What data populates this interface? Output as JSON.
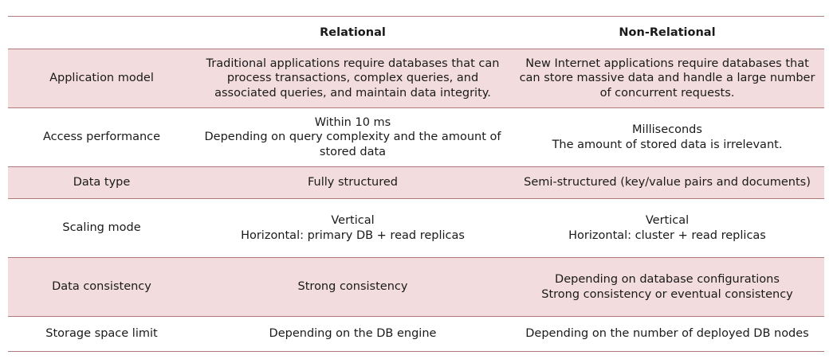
{
  "columns": [
    "",
    "Relational",
    "Non-Relational"
  ],
  "rows": [
    {
      "label": "Application model",
      "relational": "Traditional applications require databases that can\nprocess transactions, complex queries, and\nassociated queries, and maintain data integrity.",
      "nonrelational": "New Internet applications require databases that\ncan store massive data and handle a large number\nof concurrent requests."
    },
    {
      "label": "Access performance",
      "relational": "Within 10 ms\nDepending on query complexity and the amount of\nstored data",
      "nonrelational": "Milliseconds\nThe amount of stored data is irrelevant."
    },
    {
      "label": "Data type",
      "relational": "Fully structured",
      "nonrelational": "Semi-structured (key/value pairs and documents)"
    },
    {
      "label": "Scaling mode",
      "relational": "Vertical\nHorizontal: primary DB + read replicas",
      "nonrelational": "Vertical\nHorizontal: cluster + read replicas"
    },
    {
      "label": "Data consistency",
      "relational": "Strong consistency",
      "nonrelational": "Depending on database configurations\nStrong consistency or eventual consistency"
    },
    {
      "label": "Storage space limit",
      "relational": "Depending on the DB engine",
      "nonrelational": "Depending on the number of deployed DB nodes"
    }
  ],
  "colors": {
    "shade": "#f3dcdd",
    "rule": "#b0797b"
  }
}
